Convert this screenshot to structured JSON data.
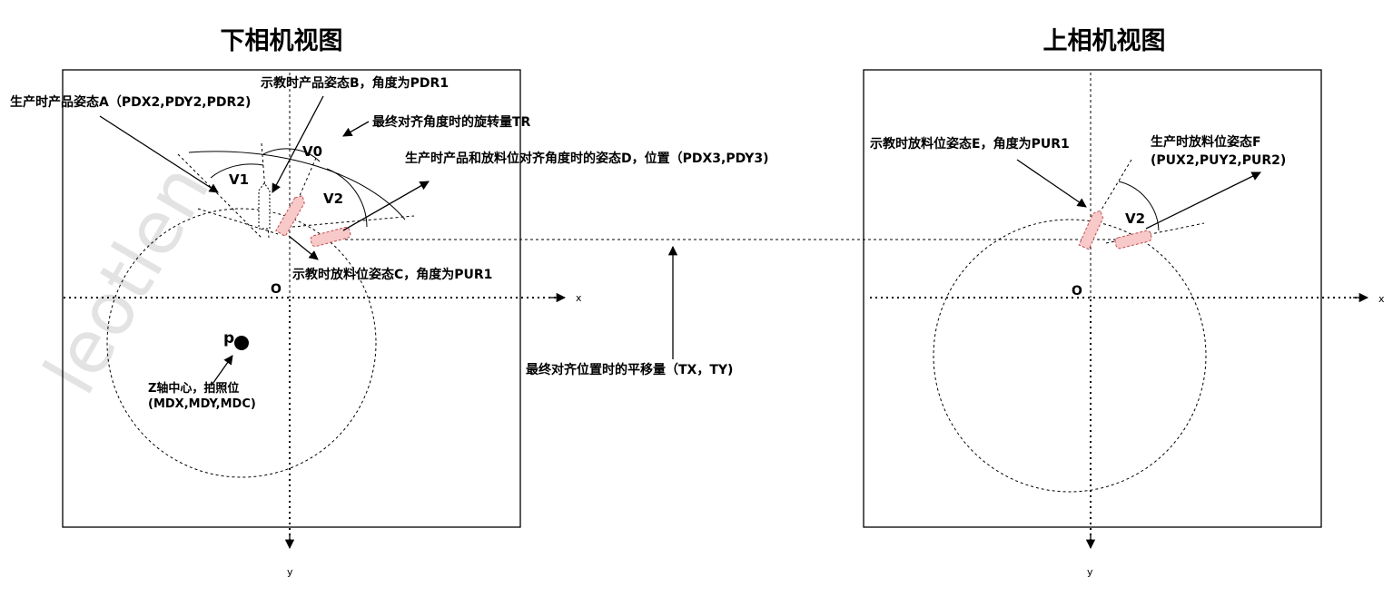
{
  "titles": {
    "lower_view": "下相机视图",
    "upper_view": "上相机视图"
  },
  "lower": {
    "pose_b": "示教时产品姿态B，角度为PDR1",
    "pose_a": "生产时产品姿态A（PDX2,PDY2,PDR2)",
    "rotation_tr": "最终对齐角度时的旋转量TR",
    "pose_d": "生产时产品和放料位对齐角度时的姿态D，位置（PDX3,PDY3)",
    "pose_c": "示教时放料位姿态C，角度为PUR1",
    "v0": "V0",
    "v1": "V1",
    "v2": "V2",
    "origin": "O",
    "point_p": "p",
    "z_center_line1": "Z轴中心，拍照位",
    "z_center_line2": "(MDX,MDY,MDC)",
    "axis_x": "x",
    "axis_y": "y"
  },
  "middle": {
    "translation": "最终对齐位置时的平移量（TX，TY)"
  },
  "upper": {
    "pose_e": "示教时放料位姿态E，角度为PUR1",
    "pose_f_line1": "生产时放料位姿态F",
    "pose_f_line2": "(PUX2,PUY2,PUR2)",
    "v2": "V2",
    "origin": "O",
    "axis_x": "x",
    "axis_y": "y"
  },
  "watermark": "leotlen",
  "colors": {
    "part_fill": "#f8c9c9",
    "part_stroke": "#c0504d"
  }
}
